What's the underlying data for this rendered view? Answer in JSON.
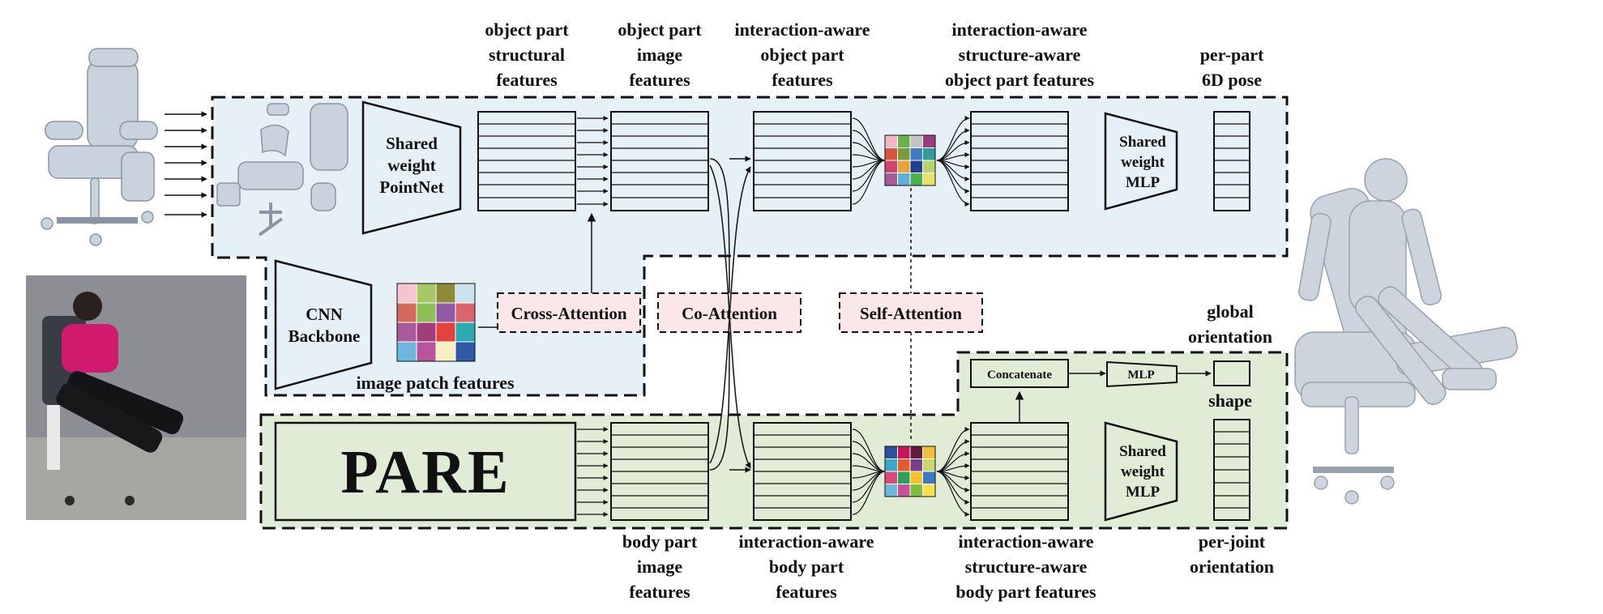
{
  "labels": {
    "obj_struct": [
      "object part",
      "structural",
      "features"
    ],
    "obj_image": [
      "object part",
      "image",
      "features"
    ],
    "obj_inter": [
      "interaction-aware",
      "object part",
      "features"
    ],
    "obj_inter_struct": [
      "interaction-aware",
      "structure-aware",
      "object part features"
    ],
    "per_part": [
      "per-part",
      "6D pose"
    ],
    "global_orient": [
      "global",
      "orientation"
    ],
    "shape": "shape",
    "body_image": [
      "body part",
      "image",
      "features"
    ],
    "body_inter": [
      "interaction-aware",
      "body part",
      "features"
    ],
    "body_inter_struct": [
      "interaction-aware",
      "structure-aware",
      "body part features"
    ],
    "per_joint": [
      "per-joint",
      "orientation"
    ],
    "image_patch": "image patch features"
  },
  "modules": {
    "pointnet": [
      "Shared",
      "weight",
      "PointNet"
    ],
    "cnn": [
      "CNN",
      "Backbone"
    ],
    "mlp_top": [
      "Shared",
      "weight",
      "MLP"
    ],
    "mlp_bottom": [
      "Shared",
      "weight",
      "MLP"
    ],
    "pare": "PARE",
    "concatenate": "Concatenate",
    "mlp": "MLP"
  },
  "attention": {
    "cross": "Cross-Attention",
    "co": "Co-Attention",
    "self": "Self-Attention"
  },
  "colors": {
    "top_region": "#e6f1f7",
    "bottom_region": "#e0ecd5",
    "attention_fill": "#fbe6ea",
    "stroke": "#111111"
  },
  "patch_grid_colors": [
    [
      "#f3c6cf",
      "#a5c766",
      "#8c8b3a",
      "#cbe3ef"
    ],
    [
      "#d26b5e",
      "#8cbf54",
      "#8f5aa3",
      "#d9646d"
    ],
    [
      "#a95a9a",
      "#a23d7c",
      "#e4413a",
      "#2baab1"
    ],
    [
      "#6fb6df",
      "#b6559a",
      "#f4f2c4",
      "#2f5aa5"
    ]
  ],
  "top_grid_colors": [
    [
      "#f2b7c5",
      "#6ab04c",
      "#c4c4c4",
      "#9b3b7a"
    ],
    [
      "#d8553f",
      "#7a9a3c",
      "#3f7cc2",
      "#2d9c9c"
    ],
    [
      "#d1426f",
      "#e8a43a",
      "#1f3f8f",
      "#b7d36b"
    ],
    [
      "#a95a9a",
      "#5fb0d8",
      "#4caf50",
      "#e6e36b"
    ]
  ],
  "bottom_grid_colors": [
    [
      "#2c4fa0",
      "#c2185b",
      "#5d1d3b",
      "#f0c040"
    ],
    [
      "#3aa8c7",
      "#e35c2c",
      "#7a3f8a",
      "#c8d86b"
    ],
    [
      "#d84a7a",
      "#2e9f5a",
      "#f4c22c",
      "#3a7ac2"
    ],
    [
      "#6fb6df",
      "#c94f9a",
      "#7bc043",
      "#ffe14d"
    ]
  ]
}
